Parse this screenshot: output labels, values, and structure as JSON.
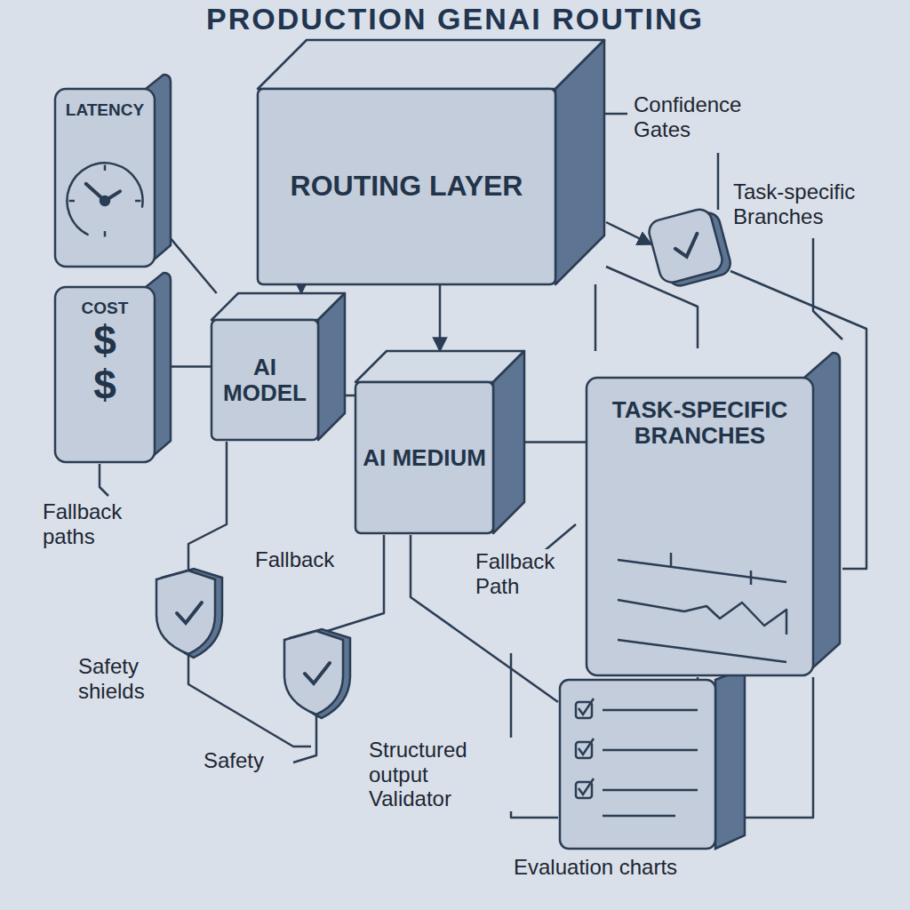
{
  "diagram": {
    "title": "PRODUCTION GENAI ROUTING",
    "nodes": [
      {
        "text": [
          "LATENCY"
        ]
      },
      {
        "text": [
          "COST",
          "$",
          "$"
        ]
      },
      {
        "text": [
          "ROUTING LAYER"
        ]
      },
      {
        "text": [
          "AI MODEL"
        ]
      },
      {
        "text": [
          "AI MEDIUM"
        ]
      },
      {
        "text": [
          "TASK-SPECIFIC BRANCHES"
        ]
      }
    ],
    "edges": [
      {
        "from": 2,
        "to": 3,
        "arrow": "to"
      },
      {
        "from": 2,
        "to": 4,
        "arrow": "to"
      },
      {
        "from": 0,
        "to": 3,
        "arrow": "none"
      },
      {
        "from": 1,
        "to": 3,
        "arrow": "none"
      },
      {
        "from": 3,
        "to": 4,
        "arrow": "none"
      },
      {
        "from": 4,
        "to": 5,
        "arrow": "none"
      },
      {
        "from": 2,
        "to": 5,
        "arrow": "none"
      }
    ],
    "labels": [
      "Confidence Gates",
      "Task-specific Branches",
      "Fallback paths",
      "Fallback",
      "Fallback Path",
      "Safety shields",
      "Safety",
      "Structured output Validator",
      "Evaluation charts"
    ]
  }
}
